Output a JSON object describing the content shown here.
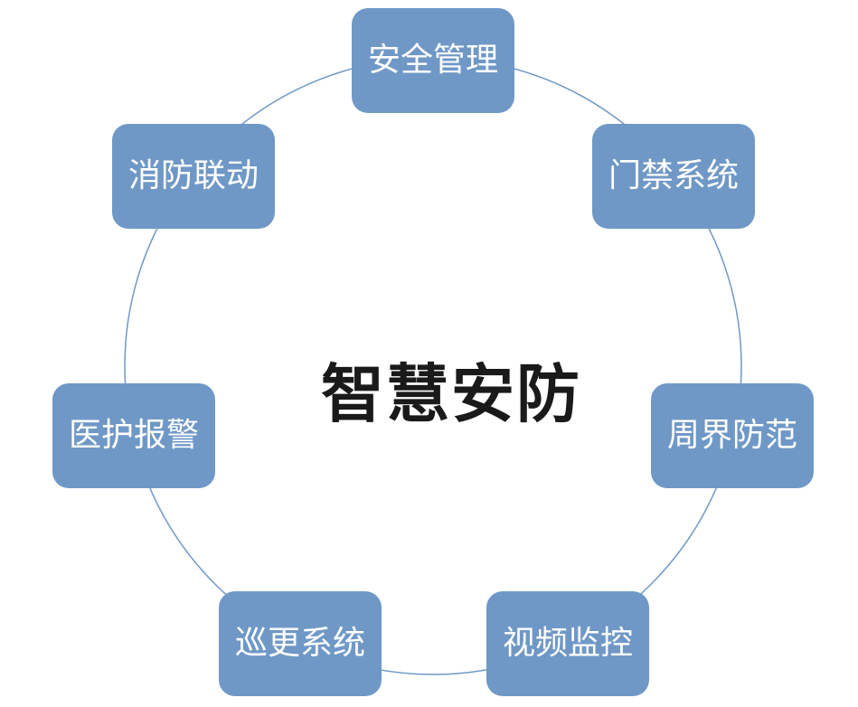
{
  "center": {
    "title": "智慧安防"
  },
  "nodes": [
    {
      "label": "安全管理"
    },
    {
      "label": "门禁系统"
    },
    {
      "label": "周界防范"
    },
    {
      "label": "视频监控"
    },
    {
      "label": "巡更系统"
    },
    {
      "label": "医护报警"
    },
    {
      "label": "消防联动"
    }
  ],
  "colors": {
    "node_fill": "#6f98c6",
    "ring_stroke": "#6f98c6",
    "title_text": "#1a1a1a"
  }
}
